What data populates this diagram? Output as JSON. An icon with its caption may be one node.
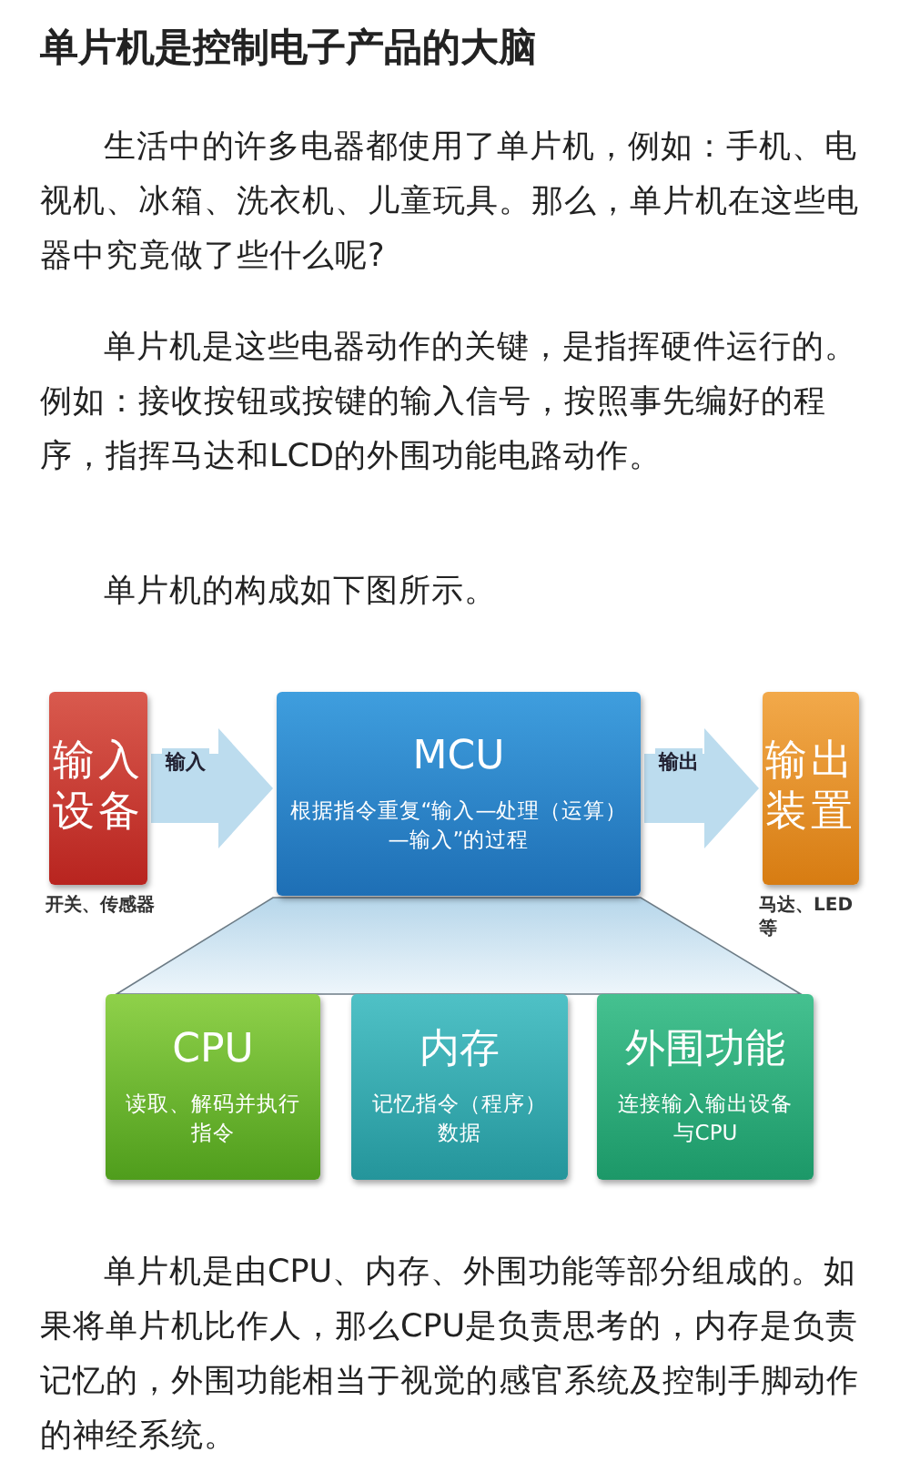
{
  "diagram": {
    "title": "单片机是控制电子产品的大脑",
    "nodes": [
      {
        "text": [
          "输入设备"
        ],
        "beside": [
          "开关、传感器"
        ]
      },
      {
        "text": [
          "MCU",
          "根据指令重复“输入—处理（运算）—输入”的过程"
        ]
      },
      {
        "text": [
          "输出装置"
        ],
        "beside": [
          "马达、LED等"
        ]
      },
      {
        "text": [
          "CPU",
          "读取、解码并执行指令"
        ]
      },
      {
        "text": [
          "内存",
          "记忆指令（程序）数据"
        ]
      },
      {
        "text": [
          "外围功能",
          "连接输入输出设备与CPU"
        ]
      }
    ],
    "edges": [
      {
        "from": 0,
        "to": 1,
        "arrow": "to",
        "label": "输入"
      },
      {
        "from": 1,
        "to": 2,
        "arrow": "to",
        "label": "输出"
      }
    ],
    "labels": [
      "生活中的许多电器都使用了单片机，例如：手机、电视机、冰箱、洗衣机、儿童玩具。那么，单片机在这些电器中究竟做了些什么呢?",
      "单片机是这些电器动作的关键，是指挥硬件运行的。例如：接收按钮或按键的输入信号，按照事先编好的程序，指挥马达和LCD的外围功能电路动作。",
      "单片机的构成如下图所示。",
      "单片机是由CPU、内存、外围功能等部分组成的。如果将单片机比作人，那么CPU是负责思考的，内存是负责记忆的，外围功能相当于视觉的感官系统及控制手脚动作的神经系统。"
    ]
  }
}
